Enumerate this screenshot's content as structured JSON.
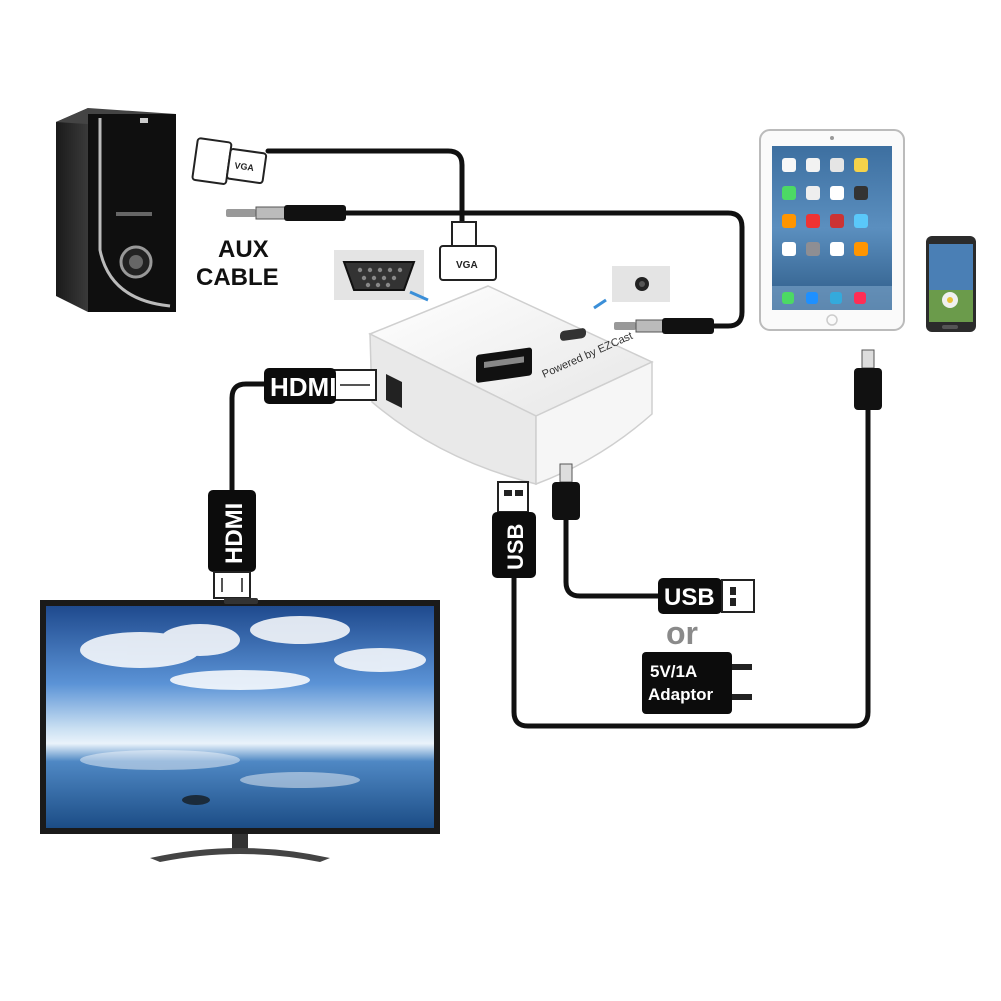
{
  "labels": {
    "aux_line1": "AUX",
    "aux_line2": "CABLE",
    "hdmi_top": "HDMI",
    "hdmi_vertical": "HDMI",
    "usb_vertical": "USB",
    "usb_horizontal": "USB",
    "or": "or",
    "adaptor_line1": "5V/1A",
    "adaptor_line2": "Adaptor",
    "vga_plug_top": "VGA",
    "vga_plug_mid": "VGA",
    "hub_brand": "Powered by EZCast"
  },
  "colors": {
    "cable": "#111111",
    "label_bg": "#0c0c0c",
    "label_text": "#ffffff",
    "hub_body": "#f1f1f1",
    "accent_blue": "#3b8fd8",
    "or_text": "#8a8a8a"
  },
  "icons": {
    "pc": "desktop-tower-icon",
    "tablet": "tablet-icon",
    "phone": "smartphone-icon",
    "tv": "flat-tv-icon",
    "hub": "wireless-display-hub-icon"
  }
}
